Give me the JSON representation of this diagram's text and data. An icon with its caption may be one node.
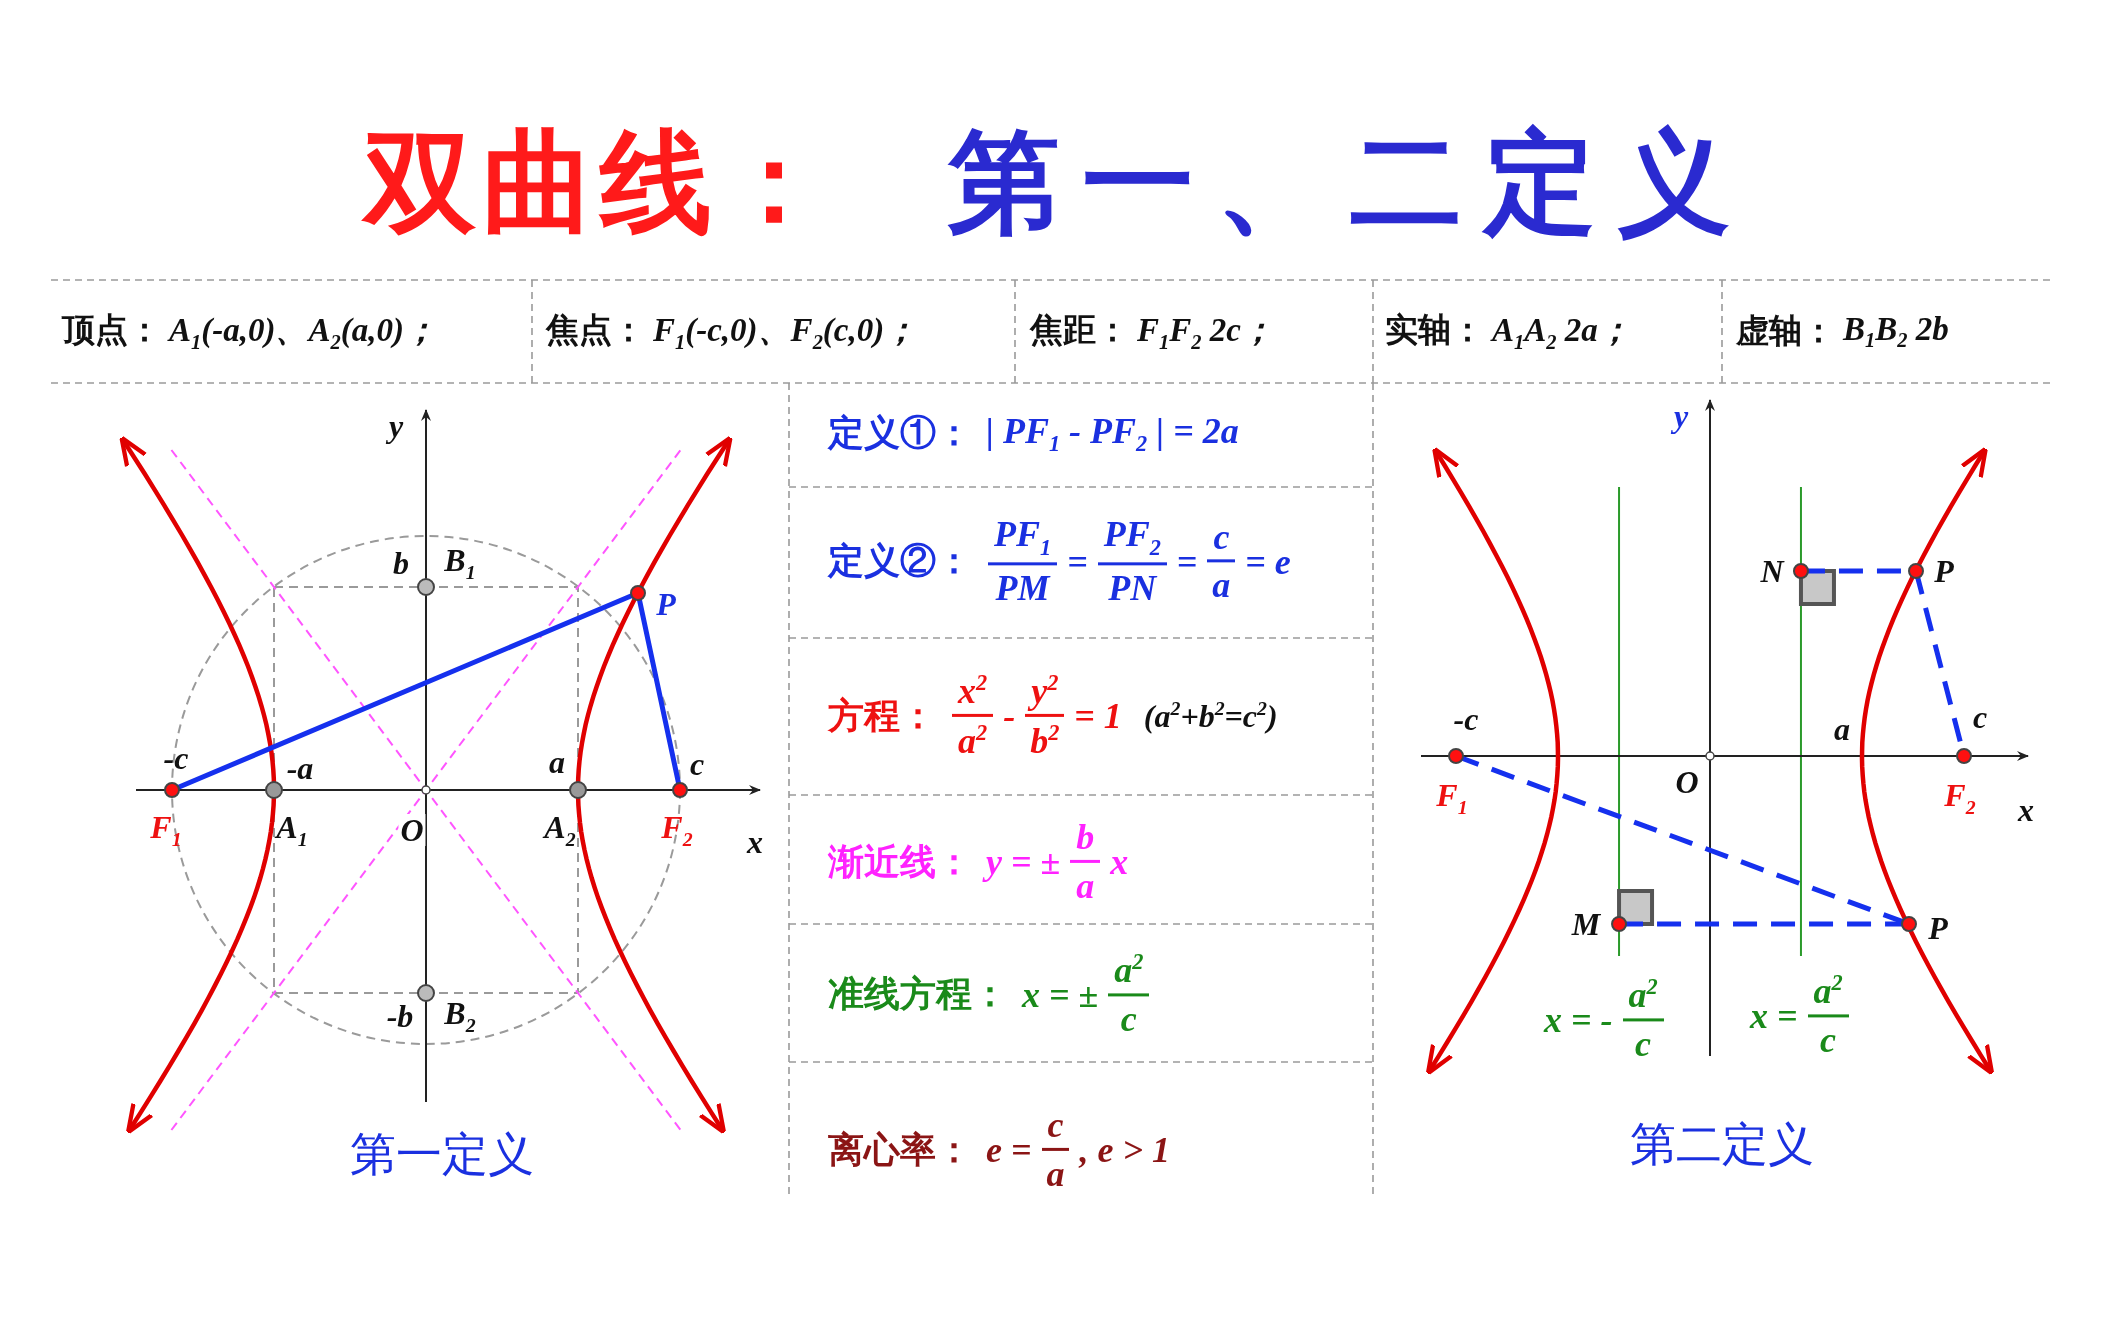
{
  "diagram": {
    "labels": [
      "双曲线：",
      "第一、二定义",
      "顶点：",
      "A$_{1}$(-a,0)、A$_{2}$(a,0)；",
      "焦点：",
      "F$_{1}$(-c,0)、F$_{2}$(c,0)；",
      "焦距：",
      "F$_{1}$F$_{2}$  2c；",
      "实轴：",
      "A$_{1}$A$_{2}$  2a；",
      "虚轴：",
      "B$_{1}$B$_{2}$  2b",
      "y",
      "b",
      "B$_{1}$",
      "P",
      "-c",
      "-a",
      "a",
      "c",
      "F$_{1}$",
      "A$_{1}$",
      "O",
      "A$_{2}$",
      "F$_{2}$",
      "x",
      "-b",
      "B$_{2}$",
      "第一定义",
      "定义①：",
      "| PF$_{1}$ - PF$_{2}$ | = 2a",
      "定义②：",
      "PF$_{1}$",
      "PM",
      "=",
      "PF$_{2}$",
      "PN",
      "=",
      "c",
      "a",
      "= e",
      "方程：",
      "x$^{2}$",
      "a$^{2}$",
      "-",
      "y$^{2}$",
      "b$^{2}$",
      "= 1",
      "(a$^{2}$+b$^{2}$=c$^{2}$)",
      "渐近线：",
      "y = ±",
      "b",
      "a",
      "x",
      "准线方程：",
      "x = ±",
      "a$^{2}$",
      "c",
      "离心率：",
      "e =",
      "c",
      "a",
      ", e > 1",
      "y",
      "N",
      "P",
      "-c",
      "a",
      "c",
      "O",
      "F$_{1}$",
      "F$_{2}$",
      "x",
      "M",
      "P",
      "x = -",
      "a$^{2}$",
      "c",
      "x =",
      "a$^{2}$",
      "c",
      "第二定义"
    ]
  }
}
